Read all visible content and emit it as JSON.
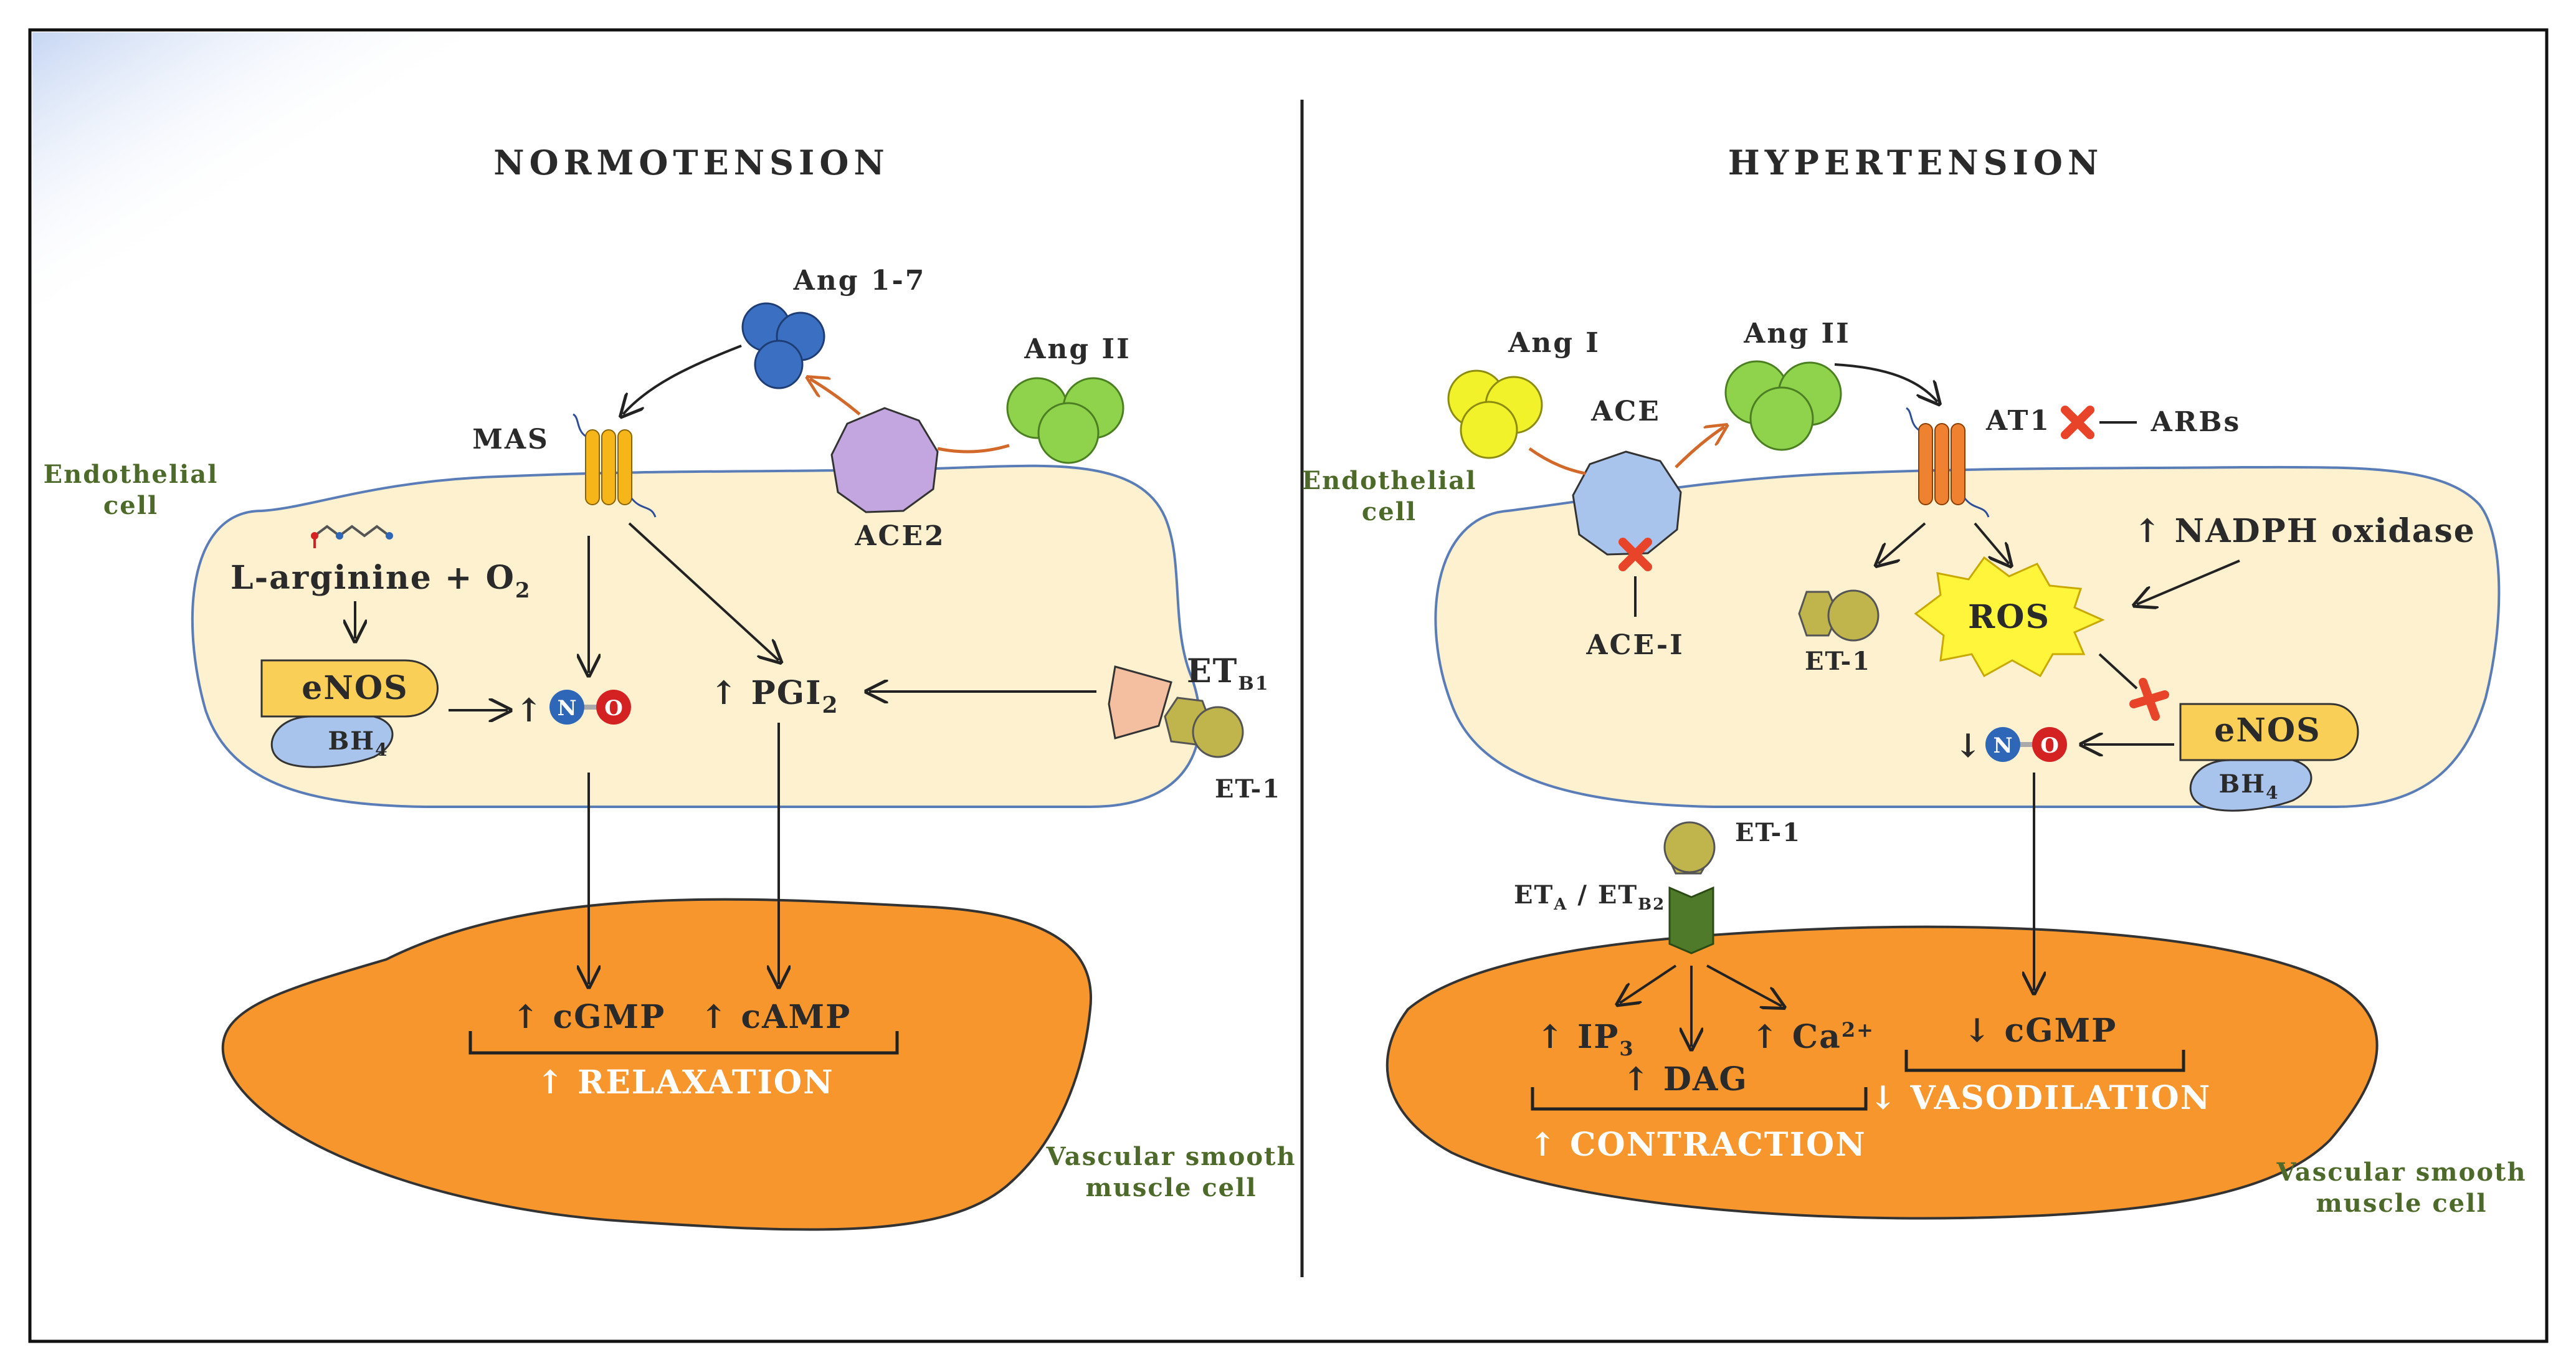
{
  "left": {
    "title": "NORMOTENSION",
    "ang17": "Ang 1-7",
    "ang2": "Ang II",
    "mas": "MAS",
    "ace2": "ACE2",
    "endo_line1": "Endothelial",
    "endo_line2": "cell",
    "larg": "L-arginine + O",
    "larg_sub": "2",
    "enos": "eNOS",
    "bh": "BH",
    "bh_sub": "4",
    "pgi": "↑ PGI",
    "pgi_sub": "2",
    "no_prefix": "↑",
    "n": "N",
    "o": "O",
    "etb1": "ET",
    "etb1_sub": "B1",
    "et1": "ET-1",
    "cgmp": "↑ cGMP",
    "camp": "↑ cAMP",
    "relax": "↑ RELAXATION",
    "vsm_line1": "Vascular smooth",
    "vsm_line2": "muscle cell"
  },
  "right": {
    "title": "HYPERTENSION",
    "ang1": "Ang I",
    "ang2": "Ang II",
    "ace": "ACE",
    "acei": "ACE-I",
    "at1": "AT1",
    "arbs": "ARBs",
    "endo_line1": "Endothelial",
    "endo_line2": "cell",
    "nadph": "↑ NADPH oxidase",
    "ros": "ROS",
    "et1_inner": "ET-1",
    "enos": "eNOS",
    "bh": "BH",
    "bh_sub": "4",
    "no_prefix": "↓",
    "n": "N",
    "o": "O",
    "et1_outer": "ET-1",
    "eta": "ET",
    "eta_sub": "A",
    "etb2_sep": " / ET",
    "etb2_sub": "B2",
    "ip3": "↑ IP",
    "ip3_sub": "3",
    "dag": "↑ DAG",
    "ca": "↑ Ca",
    "ca_sup": "2+",
    "cgmp": "↓ cGMP",
    "contraction": "↑ CONTRACTION",
    "vasodilation": "↓ VASODILATION",
    "vsm_line1": "Vascular smooth",
    "vsm_line2": "muscle cell"
  },
  "colors": {
    "cell_fill": "#fdf1d0",
    "cell_stroke": "#5a7db8",
    "muscle": "#f7962c",
    "ang17": "#3b6fc1",
    "ang2": "#8fd24c",
    "ang1": "#f2f22a",
    "ace2": "#c3a6e0",
    "ace": "#a9c4ec",
    "mas": "#f6b619",
    "at1": "#ee8230",
    "orange_arrow": "#d2692a",
    "block_x": "#e8442a",
    "ros": "#fff53a",
    "et1": "#c0b44c",
    "eta_receptor": "#4f7a2a",
    "etb1_receptor": "#f4bea0",
    "n_atom": "#2e67b8",
    "o_atom": "#d42222",
    "text_green": "#4e6a2a"
  }
}
